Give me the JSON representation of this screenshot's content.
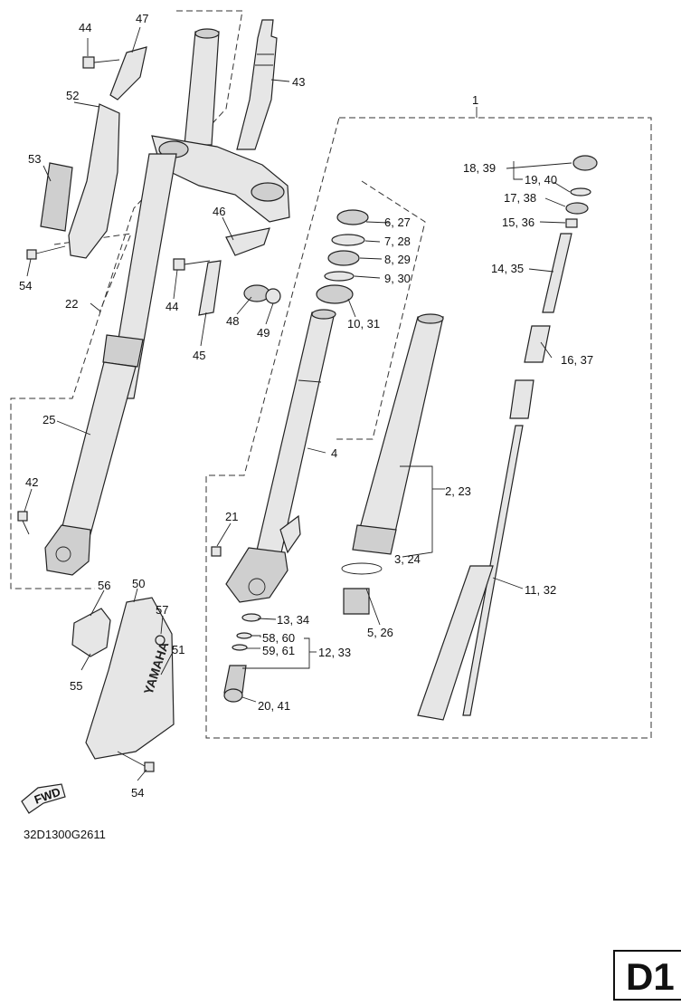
{
  "diagram_code": "32D1300G2611",
  "page_id": "D1",
  "fwd_label": "FWD",
  "brand_label": "YAMAHA",
  "callouts": {
    "c1": "1",
    "c2": "2, 23",
    "c3": "3, 24",
    "c4": "4",
    "c5": "5, 26",
    "c6": "6, 27",
    "c7": "7, 28",
    "c8": "8, 29",
    "c9": "9, 30",
    "c10": "10, 31",
    "c11": "11, 32",
    "c12": "12, 33",
    "c13": "13, 34",
    "c14": "14, 35",
    "c15": "15, 36",
    "c16": "16, 37",
    "c17": "17, 38",
    "c18": "18, 39",
    "c19": "19, 40",
    "c20": "20, 41",
    "c21": "21",
    "c22": "22",
    "c25": "25",
    "c42": "42",
    "c43": "43",
    "c44a": "44",
    "c44b": "44",
    "c45": "45",
    "c46": "46",
    "c47": "47",
    "c48": "48",
    "c49": "49",
    "c50": "50",
    "c51": "51",
    "c52": "52",
    "c53": "53",
    "c54a": "54",
    "c54b": "54",
    "c55": "55",
    "c56": "56",
    "c57": "57",
    "c58": "58, 60",
    "c59": "59, 61"
  }
}
